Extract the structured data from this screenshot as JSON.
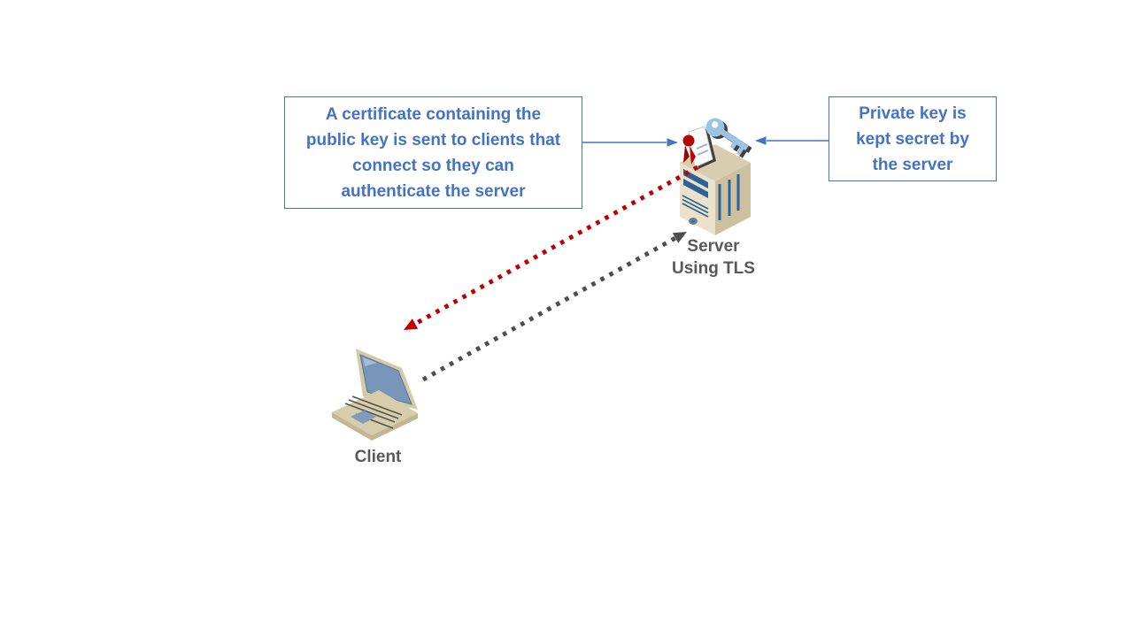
{
  "slide": {
    "background": "#FFFFFF"
  },
  "callouts": {
    "certificate_note": {
      "lines": [
        "A certificate containing the",
        "public key is sent to clients that",
        "connect so they can",
        "authenticate the server"
      ]
    },
    "private_key_note": {
      "lines": [
        "Private key is",
        "kept secret by",
        "the server"
      ]
    }
  },
  "nodes": {
    "server": {
      "label_lines": [
        "Server",
        "Using TLS"
      ],
      "icon": "server-tower-with-certificate-and-key"
    },
    "client": {
      "label": "Client",
      "icon": "laptop"
    }
  },
  "arrows": {
    "certificate_to_client": {
      "from": "server",
      "to": "client",
      "style": "dotted",
      "color": "#C00000"
    },
    "client_to_server": {
      "from": "client",
      "to": "server",
      "style": "dotted",
      "color": "#4D4D4D"
    },
    "left_callout_connector": {
      "points_to": "certificate-icon",
      "color": "#4472C4"
    },
    "right_callout_connector": {
      "points_to": "key-icon",
      "color": "#4472C4"
    }
  },
  "colors": {
    "accent_blue": "#4472C4",
    "arrow_red": "#C00000",
    "arrow_gray": "#4D4D4D",
    "label_gray": "#595959",
    "device_tan_light": "#EAE2CB",
    "device_tan": "#D8CDAE",
    "device_tan_dark": "#CCC0A0",
    "device_blue": "#2E6297",
    "screen_blue": "#7796BA",
    "key_blue": "#9CC2E5",
    "certificate_white": "#FCFCFA"
  }
}
